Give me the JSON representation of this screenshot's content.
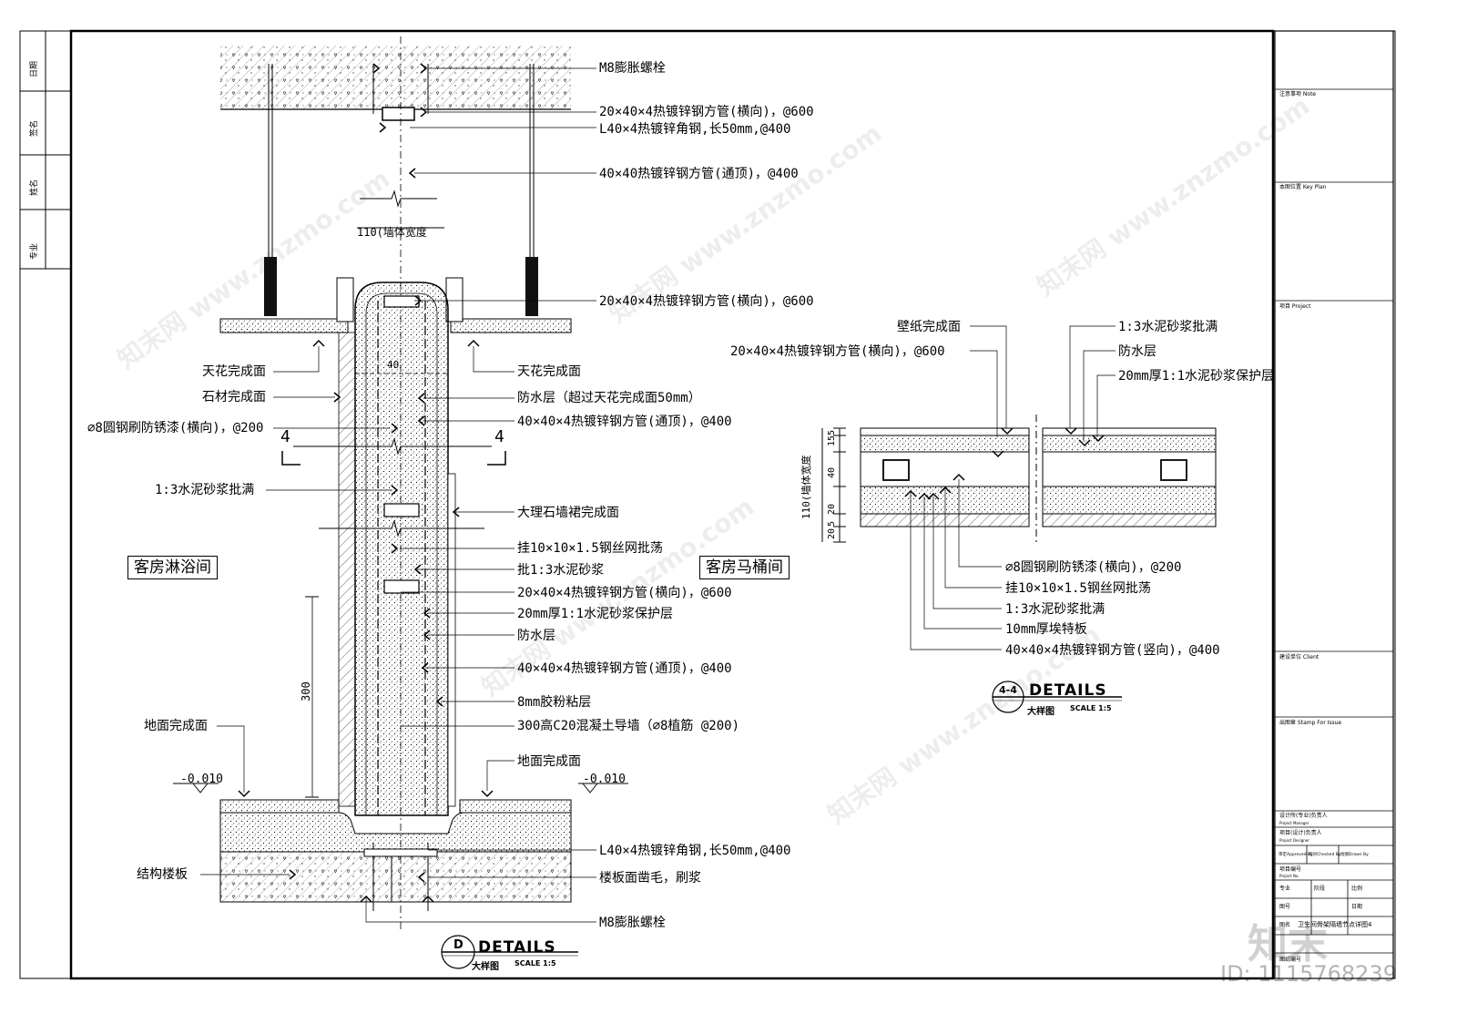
{
  "left_strip": [
    "日期",
    "签名",
    "姓名",
    "专业"
  ],
  "detail_d": {
    "labels_right": [
      "M8膨胀螺栓",
      "20×40×4热镀锌钢方管(横向)，@600",
      "L40×4热镀锌角钢,长50mm,@400",
      "40×40热镀锌钢方管(通顶)，@400",
      "20×40×4热镀锌钢方管(横向)，@600",
      "天花完成面",
      "防水层（超过天花完成面50mm）",
      "40×40×4热镀锌钢方管(通顶)，@400",
      "大理石墙裙完成面",
      "挂10×10×1.5钢丝网批荡",
      "批1:3水泥砂浆",
      "20×40×4热镀锌钢方管(横向)，@600",
      "20mm厚1:1水泥砂浆保护层",
      "防水层",
      "40×40×4热镀锌钢方管(通顶)，@400",
      "8mm胶粉粘层",
      "300高C20混凝土导墙（∅8植筋 @200)",
      "地面完成面",
      "L40×4热镀锌角钢,长50mm,@400",
      "楼板面凿毛，刷浆",
      "M8膨胀螺栓"
    ],
    "labels_left": [
      "天花完成面",
      "石材完成面",
      "∅8圆钢刷防锈漆(横向)，@200",
      "1:3水泥砂浆批满",
      "地面完成面",
      "结构楼板"
    ],
    "room_left": "客房淋浴间",
    "room_right": "客房马桶间",
    "dim_width": "110(墙体宽度",
    "dim_300": "300",
    "dim_40": "40",
    "level_left": "-0.010",
    "level_right": "-0.010",
    "section_mark": "4",
    "title_tag": "D",
    "title": "DETAILS",
    "subtitle_cn": "大样图",
    "scale": "SCALE  1:5"
  },
  "detail_44": {
    "labels_top_left": [
      "壁纸完成面",
      "20×40×4热镀锌钢方管(横向)，@600"
    ],
    "labels_top_right": [
      "1:3水泥砂浆批满",
      "防水层",
      "20mm厚1:1水泥砂浆保护层"
    ],
    "labels_bottom": [
      "∅8圆钢刷防锈漆(横向)，@200",
      "挂10×10×1.5钢丝网批荡",
      "1:3水泥砂浆批满",
      "10mm厚埃特板",
      "40×40×4热镀锌钢方管(竖向)，@400"
    ],
    "dims": [
      "110(墙体宽度",
      "15",
      "40",
      "20",
      "5",
      "20",
      "5"
    ],
    "title_tag": "4-4",
    "title": "DETAILS",
    "subtitle_cn": "大样图",
    "scale": "SCALE  1:5"
  },
  "title_block": {
    "rows": [
      "注意事项 Note",
      "本图位置 Key Plan",
      "项目 Project",
      "建设单位 Client",
      "出图章 Stamp For Issue",
      "设计所(专业)负责人",
      "Project Manager",
      "项目(设计)负责人",
      "Project Designer",
      "审定Approved By",
      "校对Checked By",
      "绘图Drawn By",
      "项目编号",
      "Project No.",
      "专业",
      "阶段",
      "比例",
      "图号",
      "日期",
      "图名",
      "卫生间骨架隔墙节点详图4",
      "图纸编号"
    ]
  },
  "watermark": [
    "知末网 www.znzmo.com",
    "知末"
  ],
  "id_text": "ID: 1115768239"
}
